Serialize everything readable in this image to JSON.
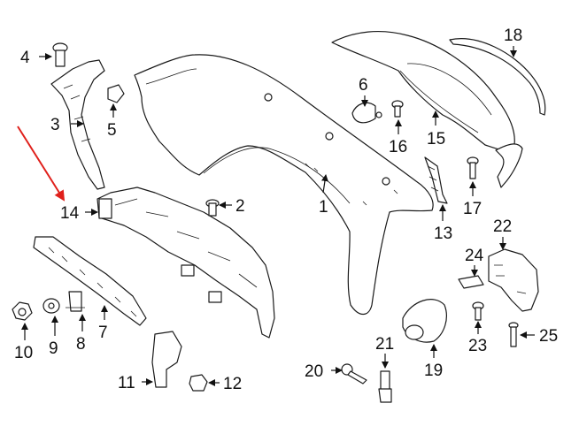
{
  "diagram": {
    "accent_color": "#e0201b",
    "callouts": {
      "c1": "1",
      "c2": "2",
      "c3": "3",
      "c4": "4",
      "c5": "5",
      "c6": "6",
      "c7": "7",
      "c8": "8",
      "c9": "9",
      "c10": "10",
      "c11": "11",
      "c12": "12",
      "c13": "13",
      "c14": "14",
      "c15": "15",
      "c16": "16",
      "c17": "17",
      "c18": "18",
      "c19": "19",
      "c20": "20",
      "c21": "21",
      "c22": "22",
      "c23": "23",
      "c24": "24",
      "c25": "25"
    }
  }
}
